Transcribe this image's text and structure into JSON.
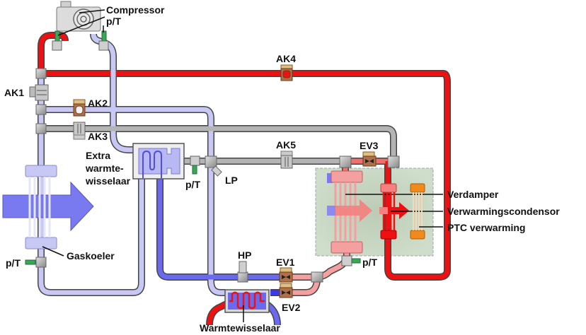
{
  "diagram": {
    "title": "CO2 warmtepomp koudemiddelcircuit",
    "colors": {
      "hot_high_pressure": "#ee1111",
      "warm_medium": "#f4a0a0",
      "cold_low_pressure": "#c8c8f4",
      "cold_medium": "#6a6af0",
      "neutral": "#b4b4b4",
      "module_bg": "#c9dcc4",
      "ptc": "#f08a1c",
      "valve": "#b0714a"
    },
    "labels": {
      "compressor": "Compressor",
      "compressor_pt": "p/T",
      "ak1": "AK1",
      "ak2": "AK2",
      "ak3": "AK3",
      "ak4": "AK4",
      "ak5": "AK5",
      "ev1": "EV1",
      "ev2": "EV2",
      "ev3": "EV3",
      "extra_hx_line1": "Extra",
      "extra_hx_line2": "warmte-",
      "extra_hx_line3": "wisselaar",
      "pt_extra": "p/T",
      "lp": "LP",
      "hp": "HP",
      "gaskoeler": "Gaskoeler",
      "pt_gaskoeler": "p/T",
      "pt_verdamper": "p/T",
      "warmtewisselaar": "Warmtewisselaar",
      "verdamper": "Verdamper",
      "verwarmingscondensor": "Verwarmingscondensor",
      "ptc_verwarming": "PTC verwarming"
    }
  }
}
